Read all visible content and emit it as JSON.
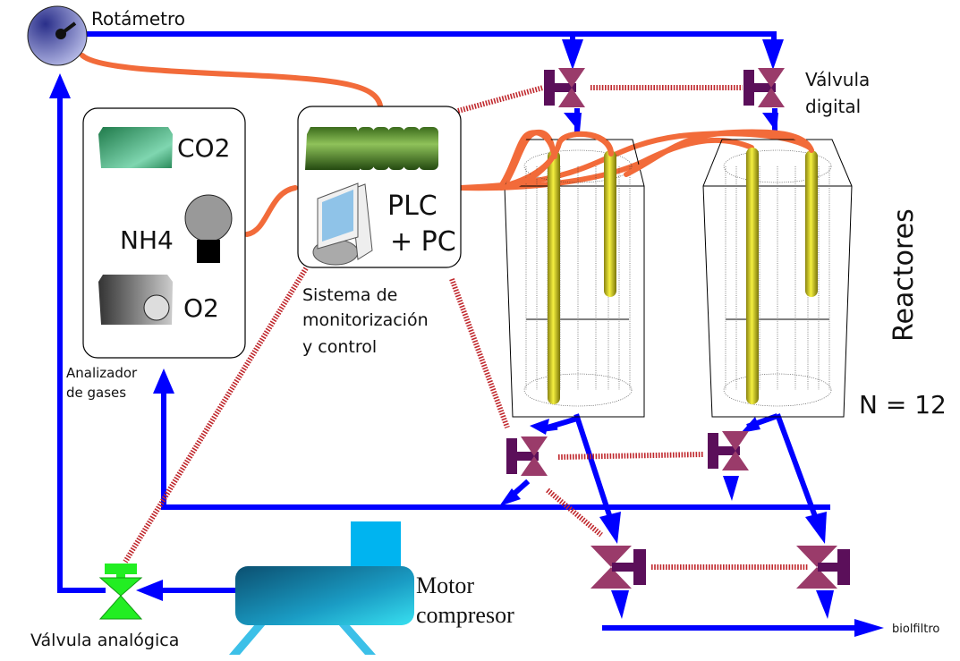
{
  "diagram": {
    "title": "Sistema de biofiltración con reactores",
    "labels": {
      "rotameter": "Rotámetro",
      "digital_valve_line1": "Válvula",
      "digital_valve_line2": "digital",
      "analyzer_line1": "Analizador",
      "analyzer_line2": "de gases",
      "co2": "CO2",
      "nh4": "NH4",
      "o2": "O2",
      "plc_line1": "PLC",
      "plc_line2": "+ PC",
      "control_line1": "Sistema de",
      "control_line2": "monitorización",
      "control_line3": "y control",
      "reactors": "Reactores",
      "reactor_count": "N = 12",
      "analog_valve": "Válvula analógica",
      "compressor_line1": "Motor",
      "compressor_line2": "compresor",
      "biofilter": "biolfiltro"
    },
    "colors": {
      "air_pipe": "#0000ff",
      "power_cable": "#f26b3a",
      "signal_line": "#c0282d",
      "digital_valve": "#9a3b6a",
      "digital_valve_actuator": "#5b0f5a",
      "analog_valve": "#22ee22",
      "compressor": "#1aa3c8",
      "sensor_rod": "#e6e020"
    },
    "components": [
      {
        "id": "rotameter",
        "type": "flow-meter"
      },
      {
        "id": "gas-analyzer",
        "type": "analyzer",
        "sensors": [
          "CO2",
          "NH4",
          "O2"
        ]
      },
      {
        "id": "plc-pc",
        "type": "controller"
      },
      {
        "id": "digital-valve-in-1",
        "type": "digital-valve"
      },
      {
        "id": "digital-valve-in-2",
        "type": "digital-valve"
      },
      {
        "id": "reactor-1",
        "type": "reactor"
      },
      {
        "id": "reactor-2",
        "type": "reactor"
      },
      {
        "id": "digital-valve-out-1a",
        "type": "digital-valve"
      },
      {
        "id": "digital-valve-out-2a",
        "type": "digital-valve"
      },
      {
        "id": "digital-valve-out-1b",
        "type": "digital-valve"
      },
      {
        "id": "digital-valve-out-2b",
        "type": "digital-valve"
      },
      {
        "id": "analog-valve",
        "type": "analog-valve"
      },
      {
        "id": "compressor",
        "type": "compressor"
      }
    ]
  }
}
